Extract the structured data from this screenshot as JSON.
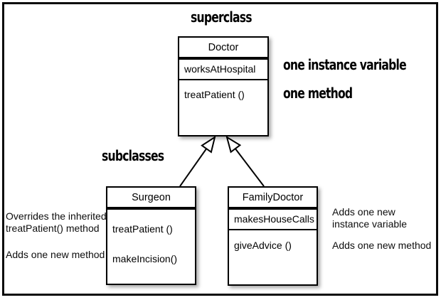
{
  "diagram": {
    "labels": {
      "superclass": "superclass",
      "subclasses": "subclasses",
      "one_instance_variable": "one instance variable",
      "one_method": "one method"
    },
    "classes": {
      "doctor": {
        "name": "Doctor",
        "attributes": [
          "worksAtHospital"
        ],
        "methods": [
          "treatPatient ()"
        ]
      },
      "surgeon": {
        "name": "Surgeon",
        "attributes": [],
        "methods": [
          "treatPatient ()",
          "makeIncision()"
        ]
      },
      "family_doctor": {
        "name": "FamilyDoctor",
        "attributes": [
          "makesHouseCalls"
        ],
        "methods": [
          "giveAdvice ()"
        ]
      }
    },
    "annotations": {
      "surgeon_note1_line1": "Overrides the inherited",
      "surgeon_note1_line2": "treatPatient() method",
      "surgeon_note2": "Adds one new method",
      "family_note1_line1": "Adds one new",
      "family_note1_line2": "instance variable",
      "family_note2": "Adds one new method"
    },
    "colors": {
      "line": "#000000",
      "background": "#ffffff"
    }
  }
}
